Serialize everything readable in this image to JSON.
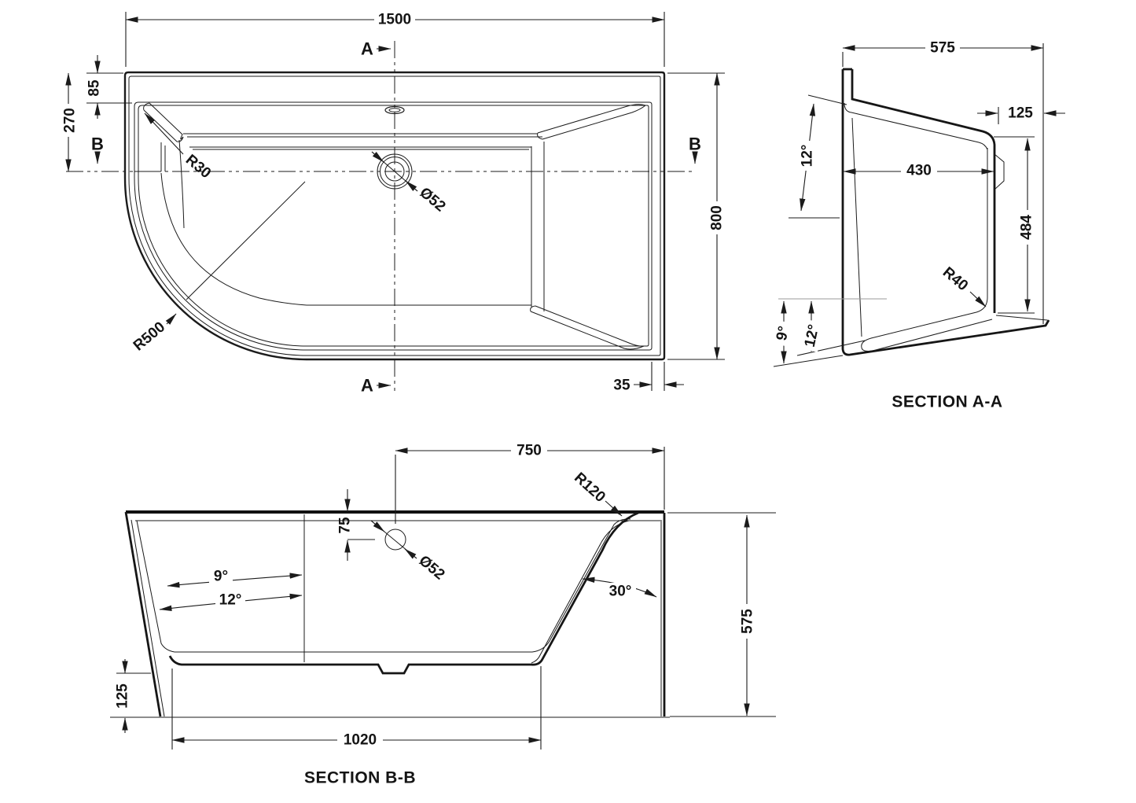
{
  "drawing": {
    "background": "#ffffff",
    "line_color": "#1b1b1b",
    "plan": {
      "dim_overall_length": "1500",
      "dim_rim_offset": "85",
      "dim_centerline_offset": "270",
      "dim_overall_width": "800",
      "dim_rim_width_right": "35",
      "radius_corner": "R30",
      "radius_end": "R500",
      "drain_diameter": "Ø52",
      "section_a_label": "A",
      "section_b_label": "B"
    },
    "section_aa": {
      "title": "SECTION A-A",
      "dim_overall": "575",
      "dim_rim_angle": "12°",
      "dim_inner_width": "430",
      "dim_rim_return": "125",
      "dim_depth": "484",
      "radius_bottom": "R40",
      "dim_base_angle_outer": "9°",
      "dim_base_angle_inner": "12°"
    },
    "section_bb": {
      "title": "SECTION B-B",
      "dim_overflow_from_end": "750",
      "dim_overflow_drop": "75",
      "overflow_diameter": "Ø52",
      "radius_back": "R120",
      "dim_wall_angle_outer": "9°",
      "dim_wall_angle_inner": "12°",
      "dim_back_angle": "30°",
      "dim_height": "575",
      "dim_plinth": "125",
      "dim_base_length": "1020"
    }
  }
}
